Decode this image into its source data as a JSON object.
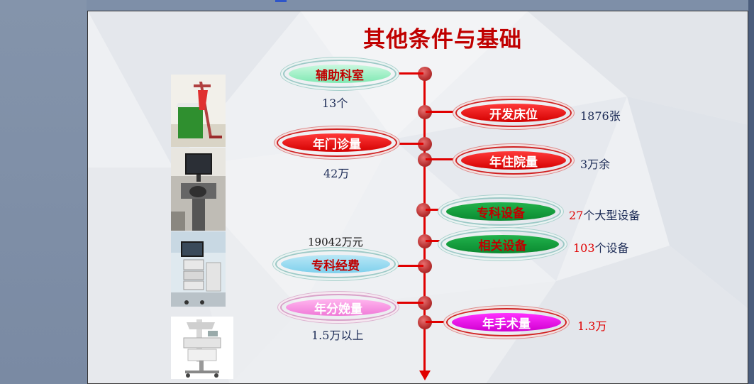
{
  "slide": {
    "title": "其他条件与基础",
    "left_items": [
      {
        "label": "辅助科室",
        "value": "13个"
      },
      {
        "label": "年门诊量",
        "value": "42万"
      },
      {
        "label": "专科经费",
        "value": "19042万元"
      },
      {
        "label": "年分娩量",
        "value": "1.5万以上"
      }
    ],
    "right_items": [
      {
        "label": "开发床位",
        "value": "1876张"
      },
      {
        "label": "年住院量",
        "value": "3万余"
      },
      {
        "label": "专科设备",
        "value_num": "27",
        "value_rest": "个大型设备"
      },
      {
        "label": "相关设备",
        "value_num": "103",
        "value_rest": "个设备"
      },
      {
        "label": "年手术量",
        "value": "1.3万"
      }
    ],
    "photos": [
      "rehab-equipment-photo",
      "monitor-equipment-photo",
      "endoscopy-cart-photo",
      "infant-incubator-photo"
    ]
  },
  "colors": {
    "axis": "#e00000",
    "title": "#c00000",
    "value_text": "#1b2a55"
  }
}
